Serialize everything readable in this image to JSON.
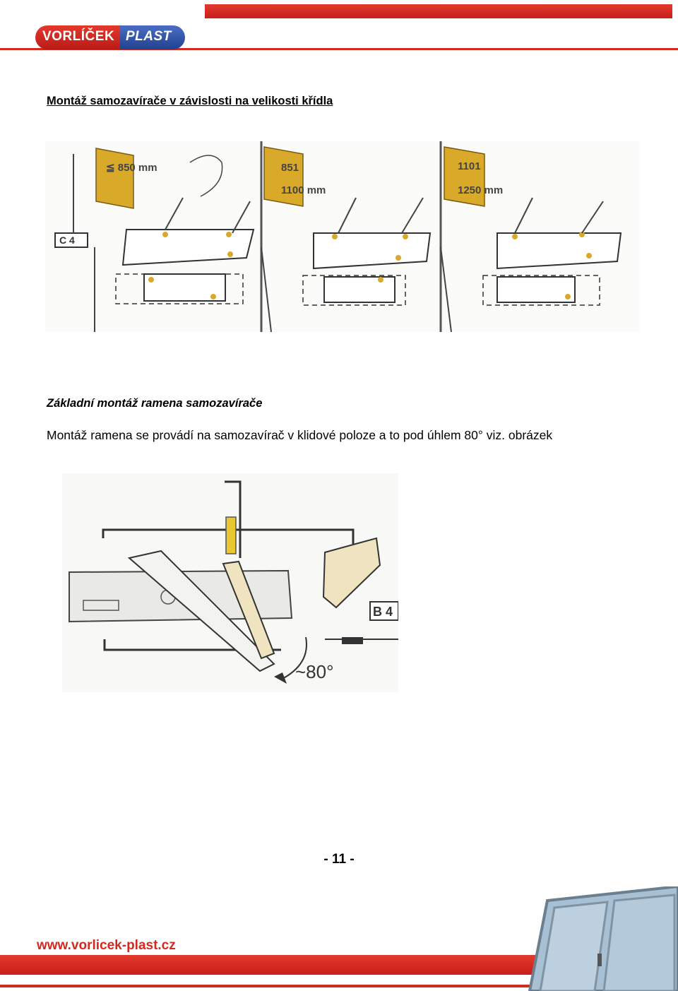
{
  "header": {
    "logo_part1": "VORLÍČEK",
    "logo_part2": "PLAST",
    "colors": {
      "red": "#d32a20",
      "blue": "#2f4fa2"
    }
  },
  "section1": {
    "heading": "Montáž samozavírače v závislosti na velikosti křídla",
    "figure": {
      "panel_label": "C 4",
      "panels": [
        {
          "dim_top": "≦ 850 mm",
          "dim_bottom": ""
        },
        {
          "dim_top": "851",
          "dim_bottom": "1100 mm"
        },
        {
          "dim_top": "1101",
          "dim_bottom": "1250 mm"
        }
      ]
    }
  },
  "section2": {
    "heading": "Základní montáž ramena samozavírače",
    "paragraph": "Montáž ramena se provádí na samozavírač v klidové poloze a to pod úhlem 80° viz. obrázek",
    "figure": {
      "label": "B 4",
      "angle": "~80°"
    }
  },
  "footer": {
    "page_number": "- 11 -",
    "website": "www.vorlicek-plast.cz"
  }
}
